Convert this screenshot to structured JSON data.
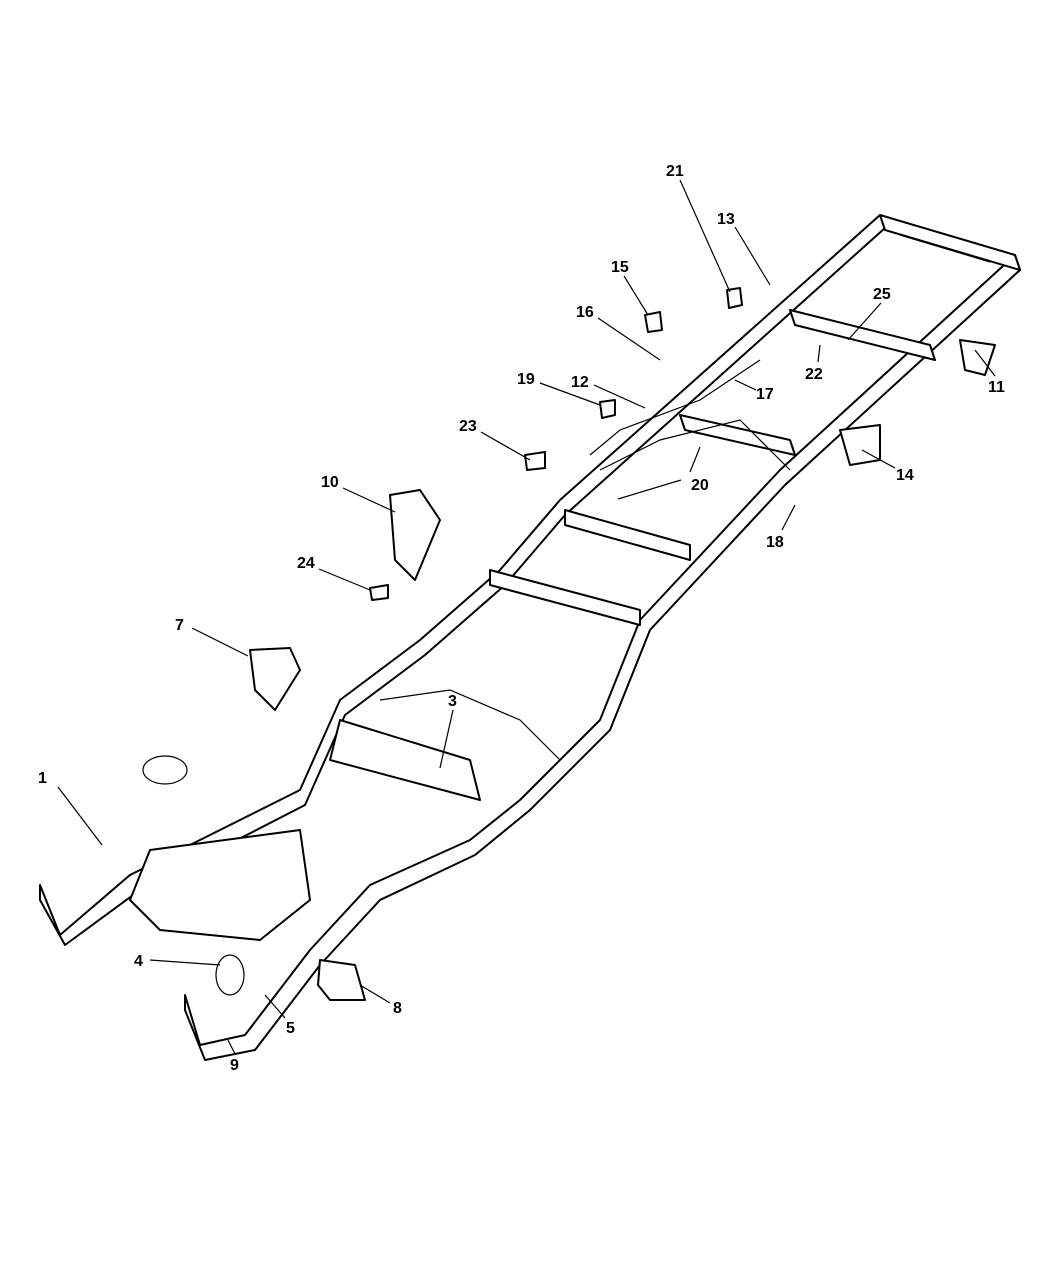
{
  "diagram": {
    "type": "parts-exploded-view",
    "callouts": [
      {
        "id": "1",
        "label": "1"
      },
      {
        "id": "3",
        "label": "3"
      },
      {
        "id": "4",
        "label": "4"
      },
      {
        "id": "5",
        "label": "5"
      },
      {
        "id": "7",
        "label": "7"
      },
      {
        "id": "8",
        "label": "8"
      },
      {
        "id": "9",
        "label": "9"
      },
      {
        "id": "10",
        "label": "10"
      },
      {
        "id": "11",
        "label": "11"
      },
      {
        "id": "12",
        "label": "12"
      },
      {
        "id": "13",
        "label": "13"
      },
      {
        "id": "14",
        "label": "14"
      },
      {
        "id": "15",
        "label": "15"
      },
      {
        "id": "16",
        "label": "16"
      },
      {
        "id": "17",
        "label": "17"
      },
      {
        "id": "18",
        "label": "18"
      },
      {
        "id": "19",
        "label": "19"
      },
      {
        "id": "20",
        "label": "20"
      },
      {
        "id": "21",
        "label": "21"
      },
      {
        "id": "22",
        "label": "22"
      },
      {
        "id": "23",
        "label": "23"
      },
      {
        "id": "24",
        "label": "24"
      },
      {
        "id": "25",
        "label": "25"
      }
    ]
  }
}
